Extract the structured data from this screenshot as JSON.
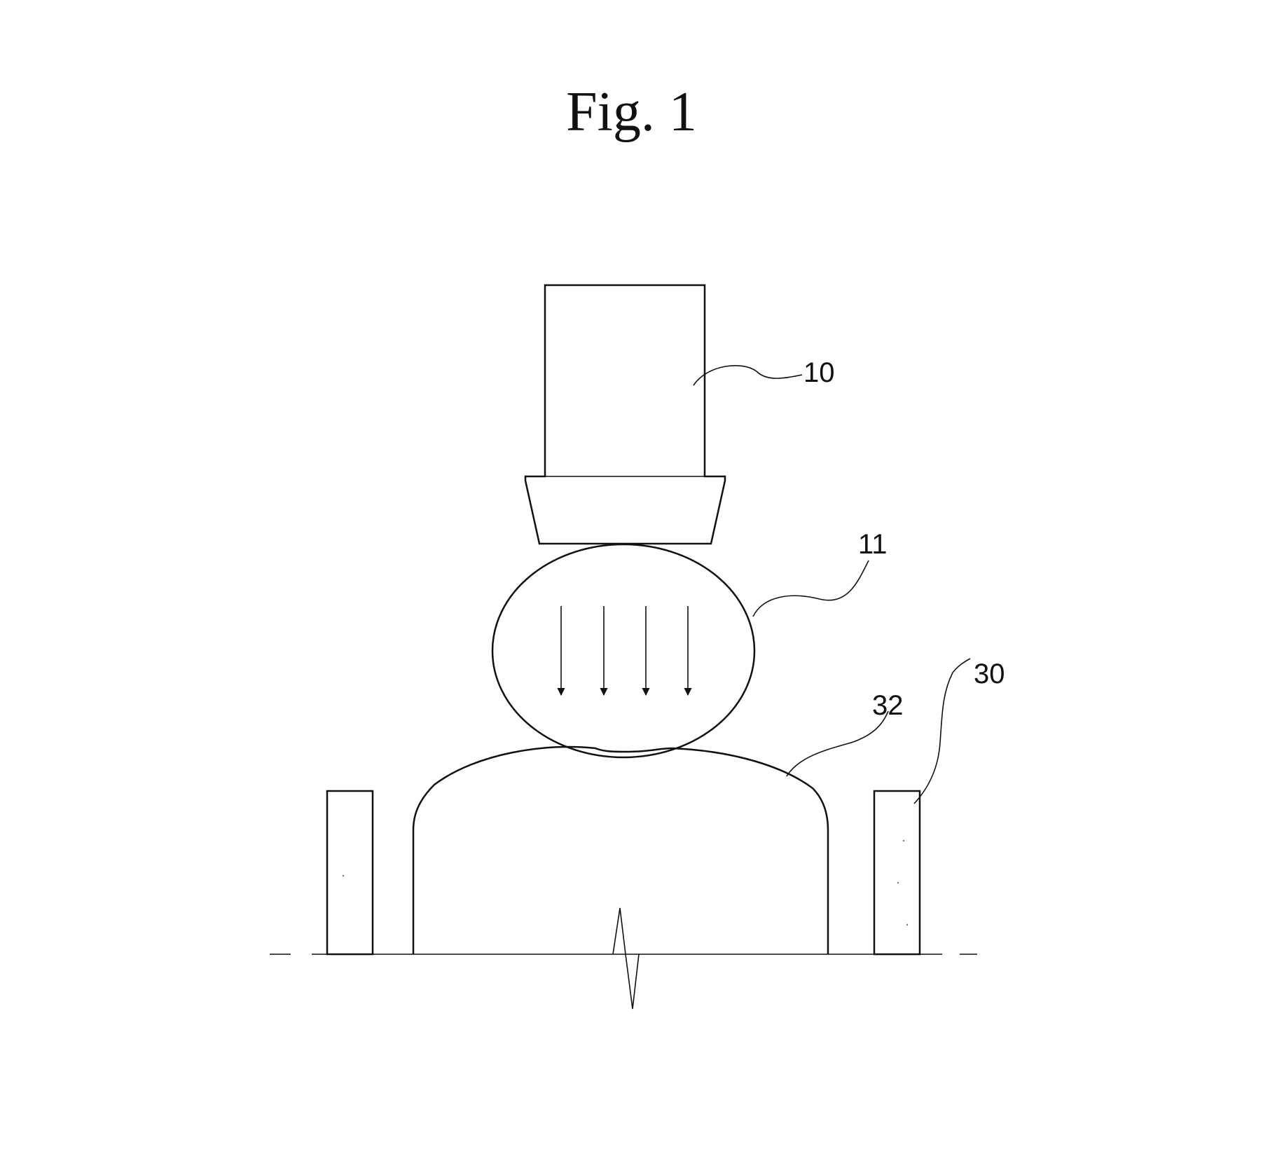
{
  "figure": {
    "title": "Fig. 1"
  },
  "labels": {
    "ref_10": "10",
    "ref_11": "11",
    "ref_30": "30",
    "ref_32": "32"
  },
  "colors": {
    "line": "#111111",
    "background": "#ffffff"
  }
}
